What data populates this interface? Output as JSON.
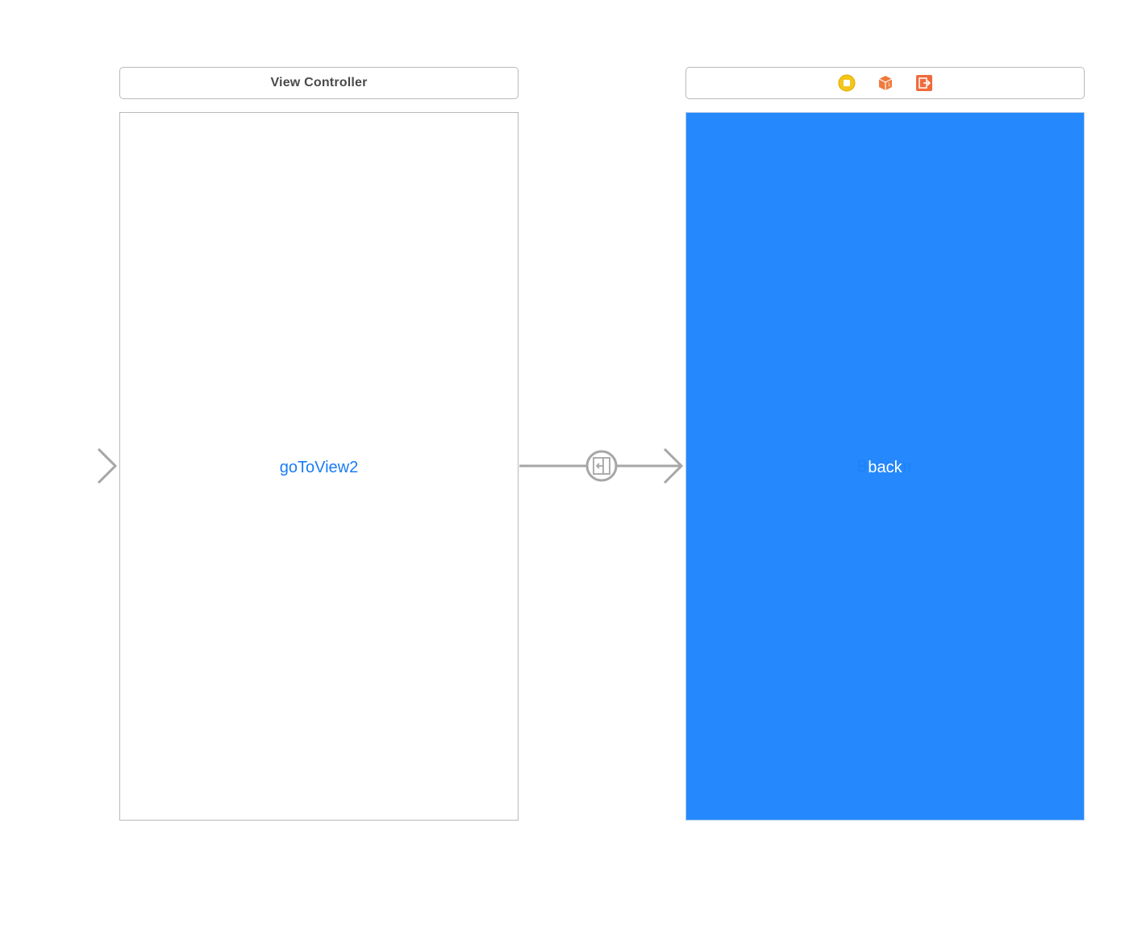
{
  "scene1": {
    "title": "View Controller",
    "button_label": "goToView2"
  },
  "scene2": {
    "dock_icons": [
      "view-controller-icon",
      "first-responder-icon",
      "exit-icon"
    ],
    "button_label": "back",
    "ghost_label": "Button",
    "background_color": "#2589fd"
  },
  "segue": {
    "kind_icon": "show-segue-icon"
  },
  "colors": {
    "tint": "#1a7cf5",
    "arrow": "#a6a6a6",
    "vc_icon": "#f5c518",
    "cube_icon": "#f07a3c",
    "exit_icon": "#f06a3c"
  }
}
